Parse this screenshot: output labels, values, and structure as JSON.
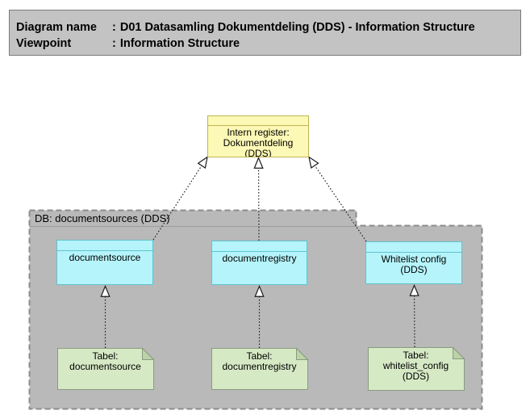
{
  "header": {
    "rows": [
      {
        "label": "Diagram name",
        "separator": ":",
        "value": "D01 Datasamling Dokumentdeling (DDS) - Information Structure"
      },
      {
        "label": "Viewpoint",
        "separator": ":",
        "value": "Information Structure"
      }
    ]
  },
  "grouping": {
    "label": "DB: documentsources (DDS)"
  },
  "nodes": {
    "intern_register": {
      "label": "Intern register:\nDokumentdeling\n(DDS)"
    },
    "documentsource": {
      "label": "documentsource"
    },
    "documentregistry": {
      "label": "documentregistry"
    },
    "whitelist_config": {
      "label": "Whitelist config\n(DDS)"
    }
  },
  "notes": {
    "documentsource": {
      "label": "Tabel:\ndocumentsource"
    },
    "documentregistry": {
      "label": "Tabel:\ndocumentregistry"
    },
    "whitelist_config": {
      "label": "Tabel:\nwhitelist_config\n(DDS)"
    }
  },
  "colors": {
    "header_fill": "#c3c3c3",
    "header_border": "#7a7a7a",
    "business_object_fill": "#fcf8b5",
    "business_object_border": "#bfb456",
    "data_object_fill": "#b5f4fb",
    "data_object_border": "#5fc3d1",
    "grouping_fill": "#b9b9b9",
    "grouping_border": "#8c8c8c",
    "grouping_separator": "#9c9c9c",
    "note_fill": "#d6e9c5",
    "note_border": "#8a9b80",
    "note_fold_fill": "#bad3a8",
    "connector": "#1b1b1b"
  }
}
